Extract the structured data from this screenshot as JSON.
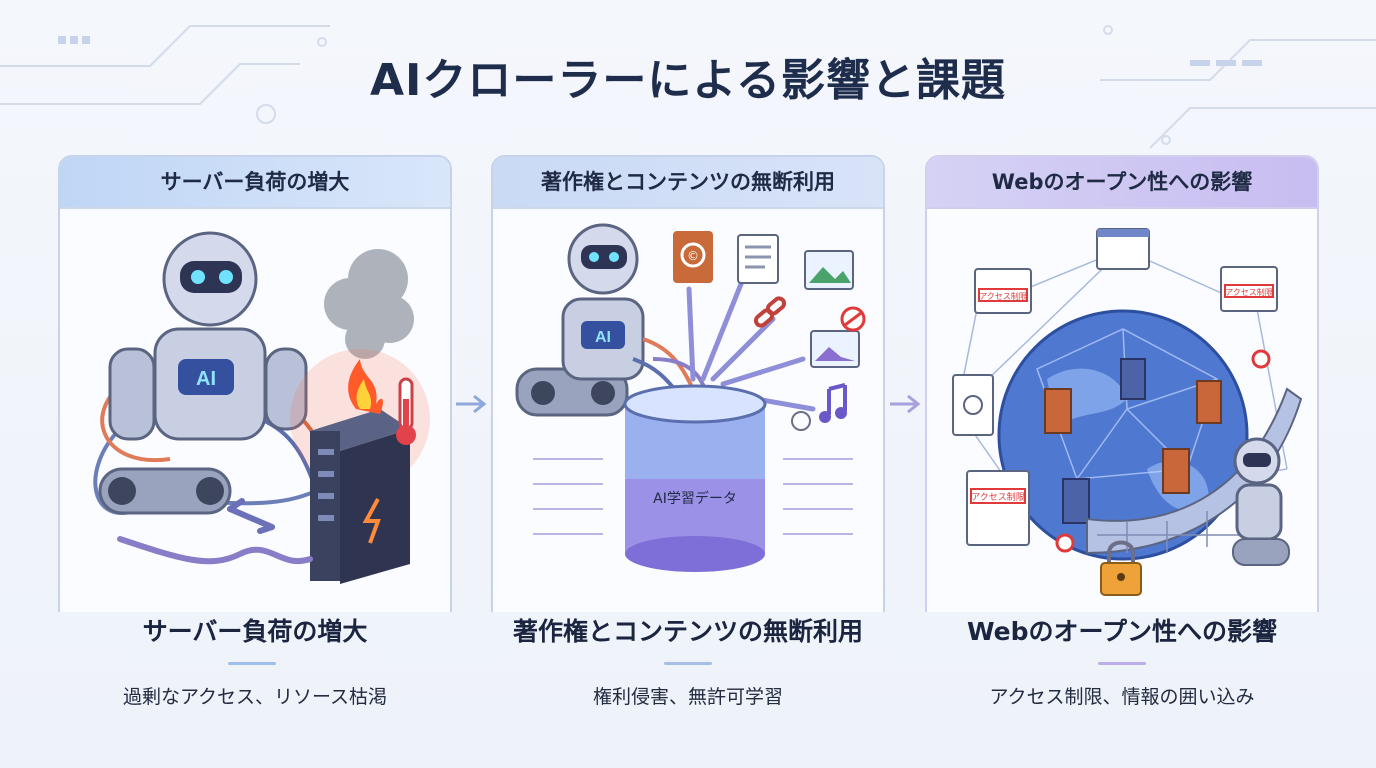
{
  "title": "AIクローラーによる影響と課題",
  "panels": [
    {
      "header": "サーバー負荷の増大",
      "label": "サーバー負荷の増大",
      "description": "過剰なアクセス、リソース枯渇",
      "robot_badge": "AI"
    },
    {
      "header": "著作権とコンテンツの無断利用",
      "label": "著作権とコンテンツの無断利用",
      "description": "権利侵害、無許可学習",
      "robot_badge": "AI",
      "database_label": "AI学習データ"
    },
    {
      "header": "Webのオープン性への影響",
      "label": "Webのオープン性への影響",
      "description": "アクセス制限、情報の囲い込み",
      "restricted_label": "アクセス制限"
    }
  ],
  "colors": {
    "panel1_header": "#bfd6f5",
    "panel2_header": "#c9daf5",
    "panel3_header": "#c8bdf0",
    "title": "#1f2d4d",
    "accent_fire": "#ff5a2a",
    "globe": "#3f6fcf"
  },
  "icons": [
    "robot-icon",
    "server-icon",
    "fire-icon",
    "thermometer-icon",
    "smoke-icon",
    "copyright-book-icon",
    "document-icon",
    "image-icon",
    "link-icon",
    "music-icon",
    "database-icon",
    "globe-icon",
    "door-icon",
    "firewall-icon",
    "padlock-icon",
    "browser-window-icon"
  ]
}
